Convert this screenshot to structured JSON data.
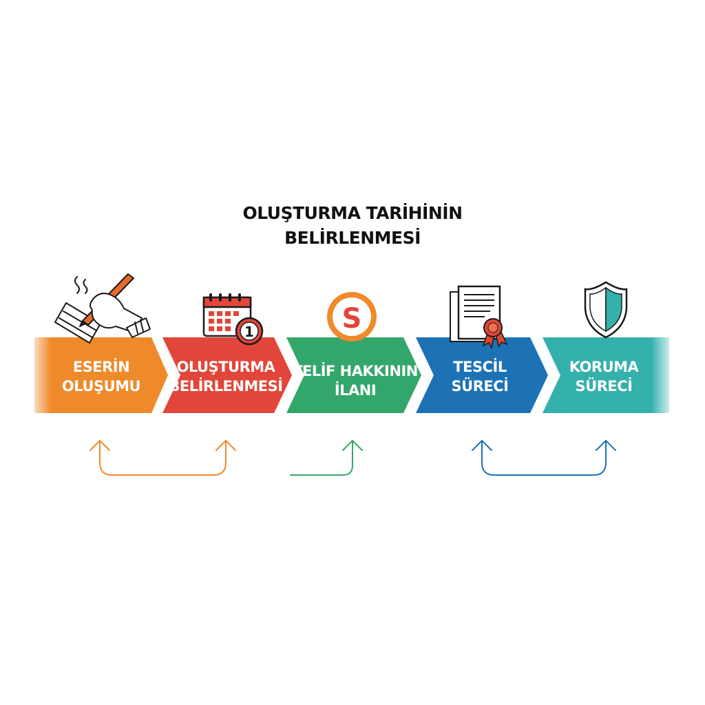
{
  "title": {
    "line1": "OLUŞTURMA TARİHİNİN",
    "line2": "BELİRLENMESİ"
  },
  "colors": {
    "orange": "#ef8a2a",
    "red": "#e2463a",
    "green": "#33a66b",
    "blue": "#1d72b5",
    "teal": "#34b0ad"
  },
  "steps": [
    {
      "line1": "ESERİN",
      "line2": "OLUŞUMU",
      "icon": "hand-writing-icon",
      "color": "#ef8a2a"
    },
    {
      "line1": "OLUŞTURMA",
      "line2": "BELİRLENMESİ",
      "icon": "calendar-icon",
      "color": "#e2463a"
    },
    {
      "line1": "TELİF HAKKININ",
      "line2": "İLANI",
      "icon": "s-badge-icon",
      "color": "#33a66b"
    },
    {
      "line1": "TESCİL",
      "line2": "SÜRECİ",
      "icon": "certificate-icon",
      "color": "#1d72b5"
    },
    {
      "line1": "KORUMA",
      "line2": "SÜRECİ",
      "icon": "shield-icon",
      "color": "#34b0ad"
    }
  ],
  "badges": {
    "calendar_number": "1",
    "s_letter": "S"
  }
}
